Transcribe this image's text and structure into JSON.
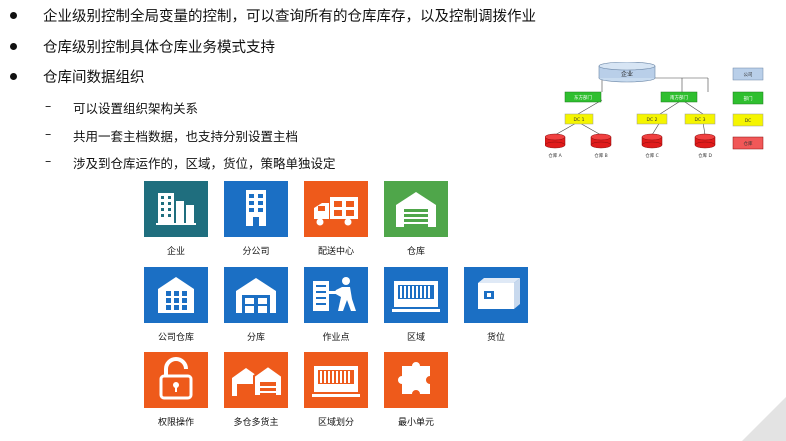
{
  "bullets": [
    "企业级别控制全局变量的控制，可以查询所有的仓库库存，以及控制调拨作业",
    "仓库级别控制具体仓库业务模式支持",
    "仓库间数据组织"
  ],
  "sub_bullets": [
    "可以设置组织架构关系",
    "共用一套主档数据，也支持分别设置主档",
    "涉及到仓库运作的，区域，货位，策略单独设定"
  ],
  "sub_marker": "–",
  "tiles": [
    {
      "label": "企业",
      "color": "#1f6e7e",
      "icon": "enterprise-icon"
    },
    {
      "label": "分公司",
      "color": "#1b6fc4",
      "icon": "branch-building-icon"
    },
    {
      "label": "配送中心",
      "color": "#ee5a1b",
      "icon": "delivery-truck-icon"
    },
    {
      "label": "仓库",
      "color": "#4fa64a",
      "icon": "warehouse-icon"
    },
    {
      "label": "公司仓库",
      "color": "#1b6fc4",
      "icon": "company-warehouse-icon"
    },
    {
      "label": "分库",
      "color": "#1b6fc4",
      "icon": "sub-warehouse-icon"
    },
    {
      "label": "作业点",
      "color": "#1b6fc4",
      "icon": "worker-station-icon"
    },
    {
      "label": "区域",
      "color": "#1b6fc4",
      "icon": "zone-rack-icon"
    },
    {
      "label": "货位",
      "color": "#1b6fc4",
      "icon": "storage-bin-icon"
    },
    {
      "label": "权限操作",
      "color": "#ee5a1b",
      "icon": "unlock-icon"
    },
    {
      "label": "多仓多货主",
      "color": "#ee5a1b",
      "icon": "multi-warehouse-icon"
    },
    {
      "label": "区域划分",
      "color": "#ee5a1b",
      "icon": "zone-division-icon"
    },
    {
      "label": "最小单元",
      "color": "#ee5a1b",
      "icon": "puzzle-piece-icon"
    }
  ],
  "org_chart": {
    "root": "企业",
    "branches": [
      "东方部门",
      "南方部门"
    ],
    "dcs": [
      "DC 1",
      "DC 2",
      "DC 3"
    ],
    "warehouses": [
      "仓库 A",
      "仓库 B",
      "仓库 C",
      "仓库 D"
    ],
    "legend": [
      "公司",
      "部门",
      "DC",
      "仓库"
    ],
    "colors": {
      "root": "#b9cfe9",
      "branch": "#2fbf2f",
      "dc": "#f5f500",
      "warehouse": "#e01b1b",
      "legend_wh": "#f15858"
    }
  }
}
